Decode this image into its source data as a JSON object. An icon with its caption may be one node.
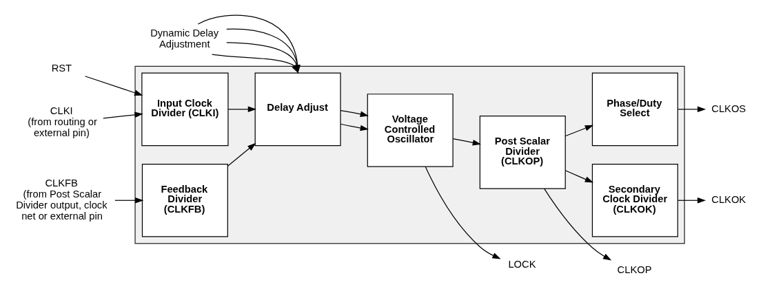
{
  "diagram": {
    "nodes": [
      {
        "text": [],
        "shape": "box"
      },
      {
        "text": [
          "Dynamic Delay Adjustment"
        ]
      },
      {
        "text": [
          "RST"
        ]
      },
      {
        "text": [
          "Input Clock Divider (CLKI)"
        ],
        "in": 0
      },
      {
        "text": [
          "Delay Adjust"
        ],
        "in": 0
      },
      {
        "text": [
          "Voltage Controlled Oscillator"
        ],
        "in": 0
      },
      {
        "text": [
          "Post Scalar Divider (CLKOP)"
        ],
        "in": 0
      },
      {
        "text": [
          "Phase/Duty Select"
        ],
        "in": 0
      },
      {
        "text": [
          "LOCK"
        ]
      },
      {
        "text": [
          "CLKOS"
        ]
      },
      {
        "text": [
          "CLKI",
          "(from routing or external pin)"
        ]
      },
      {
        "text": [
          "CLKOP"
        ]
      },
      {
        "text": [
          "Feedback Divider (CLKFB)"
        ],
        "in": 0
      },
      {
        "text": [
          "CLKFB",
          "(from Post Scalar Divider output, clock net or external pin"
        ]
      },
      {
        "text": [
          "Secondary Clock Divider (CLKOK)"
        ],
        "in": 0
      },
      {
        "text": [
          "CLKOK"
        ]
      }
    ],
    "edges": [
      {
        "from": 1,
        "to": 4,
        "arrow": "to"
      },
      {
        "from": 1,
        "to": 4,
        "arrow": "to"
      },
      {
        "from": 1,
        "to": 4,
        "arrow": "to"
      },
      {
        "from": 1,
        "to": 4,
        "arrow": "to"
      },
      {
        "from": 2,
        "to": 3,
        "arrow": "to"
      },
      {
        "from": 10,
        "to": 3,
        "arrow": "to"
      },
      {
        "from": 3,
        "to": 4,
        "arrow": "to"
      },
      {
        "from": 12,
        "to": 4,
        "arrow": "to"
      },
      {
        "from": 4,
        "to": 5,
        "arrow": "to"
      },
      {
        "from": 4,
        "to": 5,
        "arrow": "to"
      },
      {
        "from": 5,
        "to": 8,
        "arrow": "to"
      },
      {
        "from": 5,
        "to": 6,
        "arrow": "to"
      },
      {
        "from": 6,
        "to": 7,
        "arrow": "to"
      },
      {
        "from": 6,
        "to": 11,
        "arrow": "to"
      },
      {
        "from": 6,
        "to": 14,
        "arrow": "to"
      },
      {
        "from": 7,
        "to": 9,
        "arrow": "to"
      },
      {
        "from": 14,
        "to": 15,
        "arrow": "to"
      },
      {
        "from": 13,
        "to": 12,
        "arrow": "to"
      }
    ]
  }
}
